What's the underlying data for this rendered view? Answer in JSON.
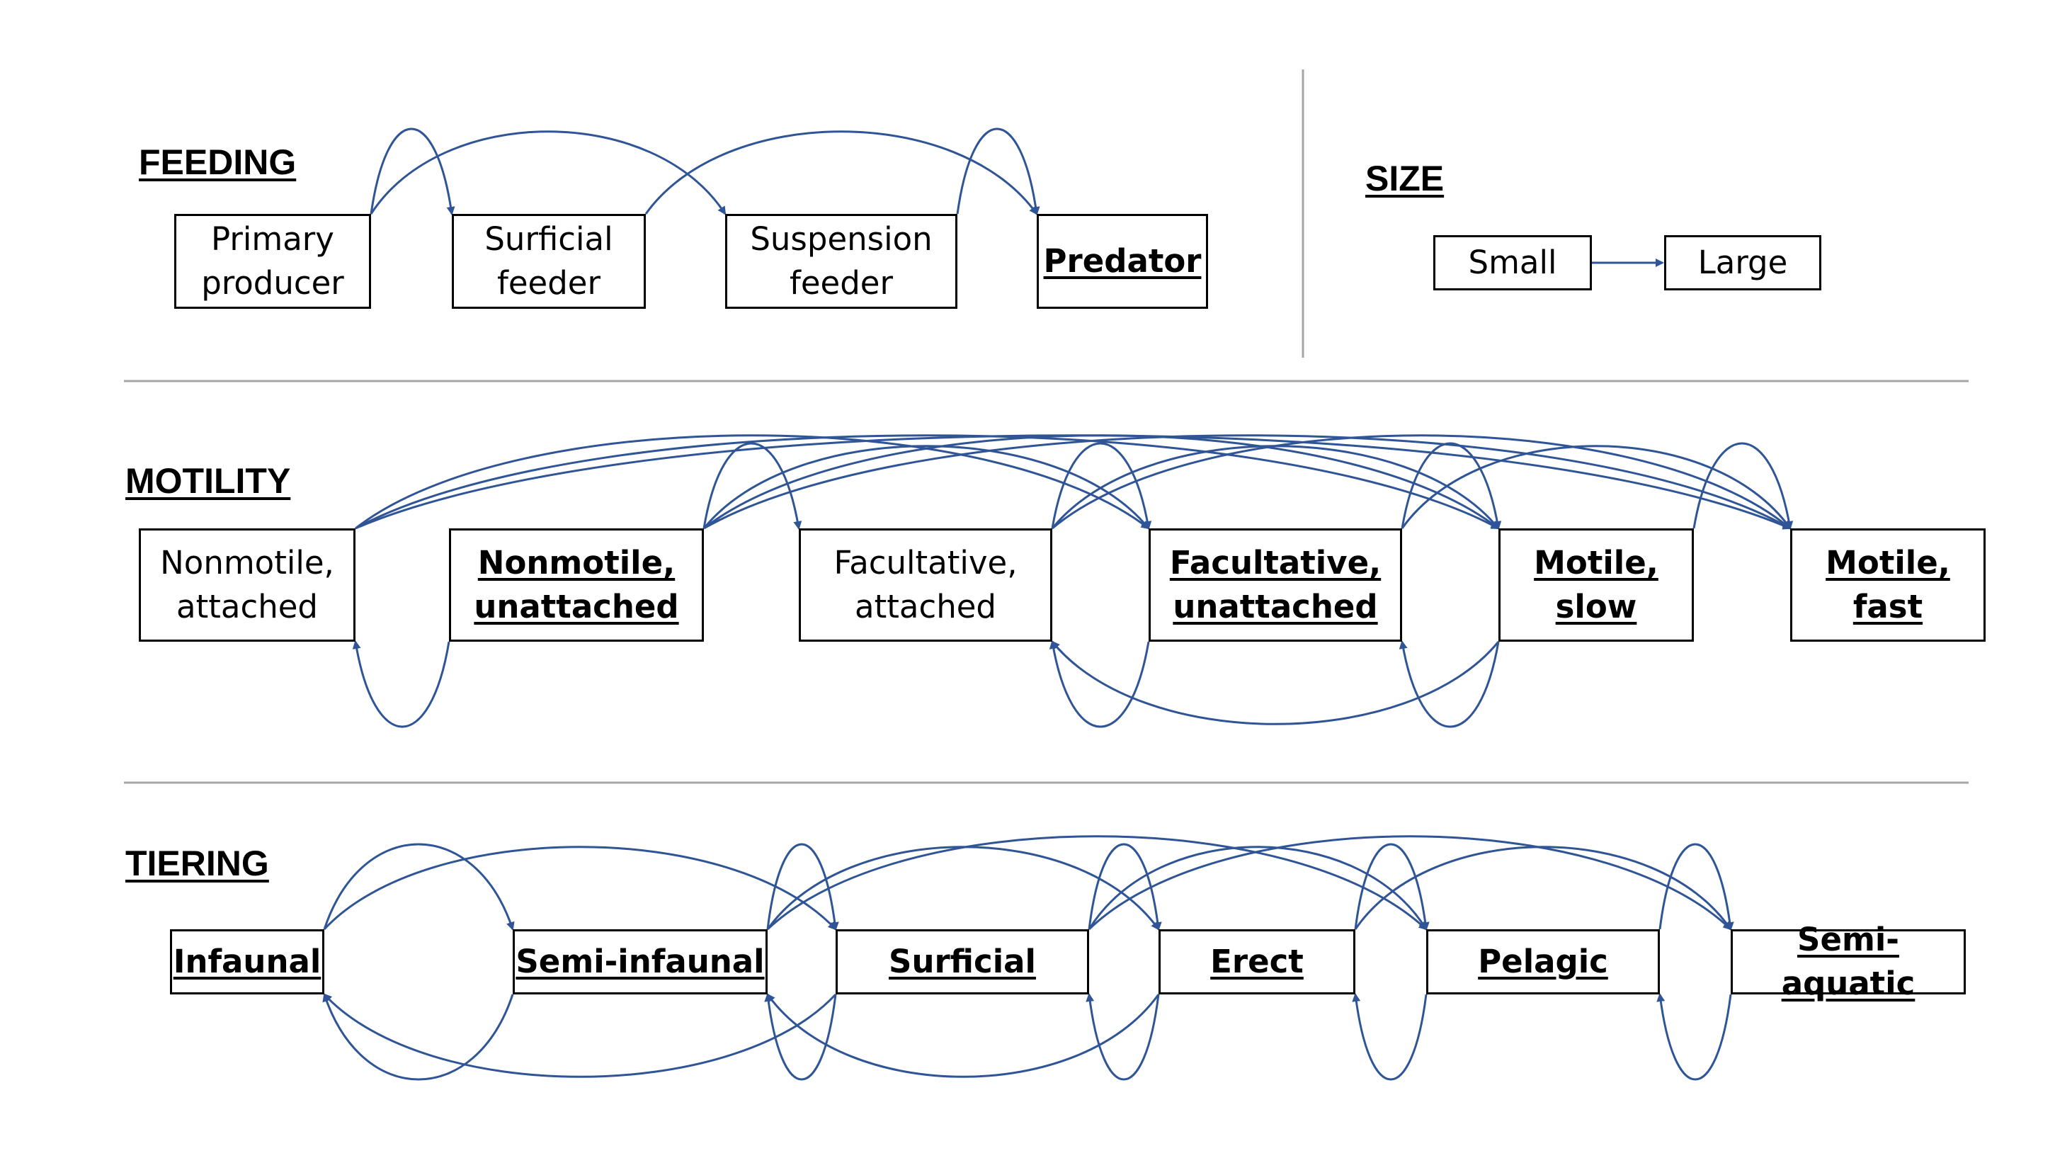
{
  "sections": {
    "feeding": {
      "heading": "FEEDING",
      "nodes": [
        {
          "id": "f1",
          "label": "Primary\nproducer",
          "bold": false
        },
        {
          "id": "f2",
          "label": "Surficial\nfeeder",
          "bold": false
        },
        {
          "id": "f3",
          "label": "Suspension\nfeeder",
          "bold": false
        },
        {
          "id": "f4",
          "label": "Predator",
          "bold": true
        }
      ]
    },
    "size": {
      "heading": "SIZE",
      "nodes": [
        {
          "id": "s1",
          "label": "Small",
          "bold": false
        },
        {
          "id": "s2",
          "label": "Large",
          "bold": false
        }
      ]
    },
    "motility": {
      "heading": "MOTILITY",
      "nodes": [
        {
          "id": "m1",
          "label": "Nonmotile,\nattached",
          "bold": false
        },
        {
          "id": "m2",
          "label": "Nonmotile,\nunattached",
          "bold": true
        },
        {
          "id": "m3",
          "label": "Facultative,\nattached",
          "bold": false
        },
        {
          "id": "m4",
          "label": "Facultative,\nunattached",
          "bold": true
        },
        {
          "id": "m5",
          "label": "Motile,\nslow",
          "bold": true
        },
        {
          "id": "m6",
          "label": "Motile,\nfast",
          "bold": true
        }
      ]
    },
    "tiering": {
      "heading": "TIERING",
      "nodes": [
        {
          "id": "t1",
          "label": "Infaunal",
          "bold": true
        },
        {
          "id": "t2",
          "label": "Semi-infaunal",
          "bold": true
        },
        {
          "id": "t3",
          "label": "Surficial",
          "bold": true
        },
        {
          "id": "t4",
          "label": "Erect",
          "bold": true
        },
        {
          "id": "t5",
          "label": "Pelagic",
          "bold": true
        },
        {
          "id": "t6",
          "label": "Semi-aquatic",
          "bold": true
        }
      ]
    }
  },
  "transitions": [
    {
      "from": "f1",
      "to": "f2"
    },
    {
      "from": "f1",
      "to": "f3"
    },
    {
      "from": "f2",
      "to": "f4"
    },
    {
      "from": "f3",
      "to": "f4"
    },
    {
      "from": "s1",
      "to": "s2"
    },
    {
      "from": "m1",
      "to": "m4"
    },
    {
      "from": "m1",
      "to": "m5"
    },
    {
      "from": "m1",
      "to": "m6"
    },
    {
      "from": "m2",
      "to": "m1"
    },
    {
      "from": "m2",
      "to": "m3"
    },
    {
      "from": "m2",
      "to": "m4"
    },
    {
      "from": "m2",
      "to": "m5"
    },
    {
      "from": "m2",
      "to": "m6"
    },
    {
      "from": "m3",
      "to": "m4"
    },
    {
      "from": "m3",
      "to": "m5"
    },
    {
      "from": "m3",
      "to": "m6"
    },
    {
      "from": "m4",
      "to": "m3"
    },
    {
      "from": "m4",
      "to": "m5"
    },
    {
      "from": "m4",
      "to": "m6"
    },
    {
      "from": "m5",
      "to": "m3"
    },
    {
      "from": "m5",
      "to": "m4"
    },
    {
      "from": "m5",
      "to": "m6"
    },
    {
      "from": "t1",
      "to": "t2"
    },
    {
      "from": "t1",
      "to": "t3"
    },
    {
      "from": "t2",
      "to": "t1"
    },
    {
      "from": "t2",
      "to": "t3"
    },
    {
      "from": "t2",
      "to": "t4"
    },
    {
      "from": "t2",
      "to": "t5"
    },
    {
      "from": "t3",
      "to": "t1"
    },
    {
      "from": "t3",
      "to": "t2"
    },
    {
      "from": "t3",
      "to": "t4"
    },
    {
      "from": "t3",
      "to": "t5"
    },
    {
      "from": "t3",
      "to": "t6"
    },
    {
      "from": "t4",
      "to": "t2"
    },
    {
      "from": "t4",
      "to": "t3"
    },
    {
      "from": "t4",
      "to": "t5"
    },
    {
      "from": "t4",
      "to": "t6"
    },
    {
      "from": "t5",
      "to": "t4"
    },
    {
      "from": "t5",
      "to": "t6"
    },
    {
      "from": "t6",
      "to": "t5"
    }
  ],
  "colors": {
    "arrow": "#2f5597",
    "divider": "#a6a6a6",
    "box_border": "#000000",
    "text": "#000000"
  }
}
